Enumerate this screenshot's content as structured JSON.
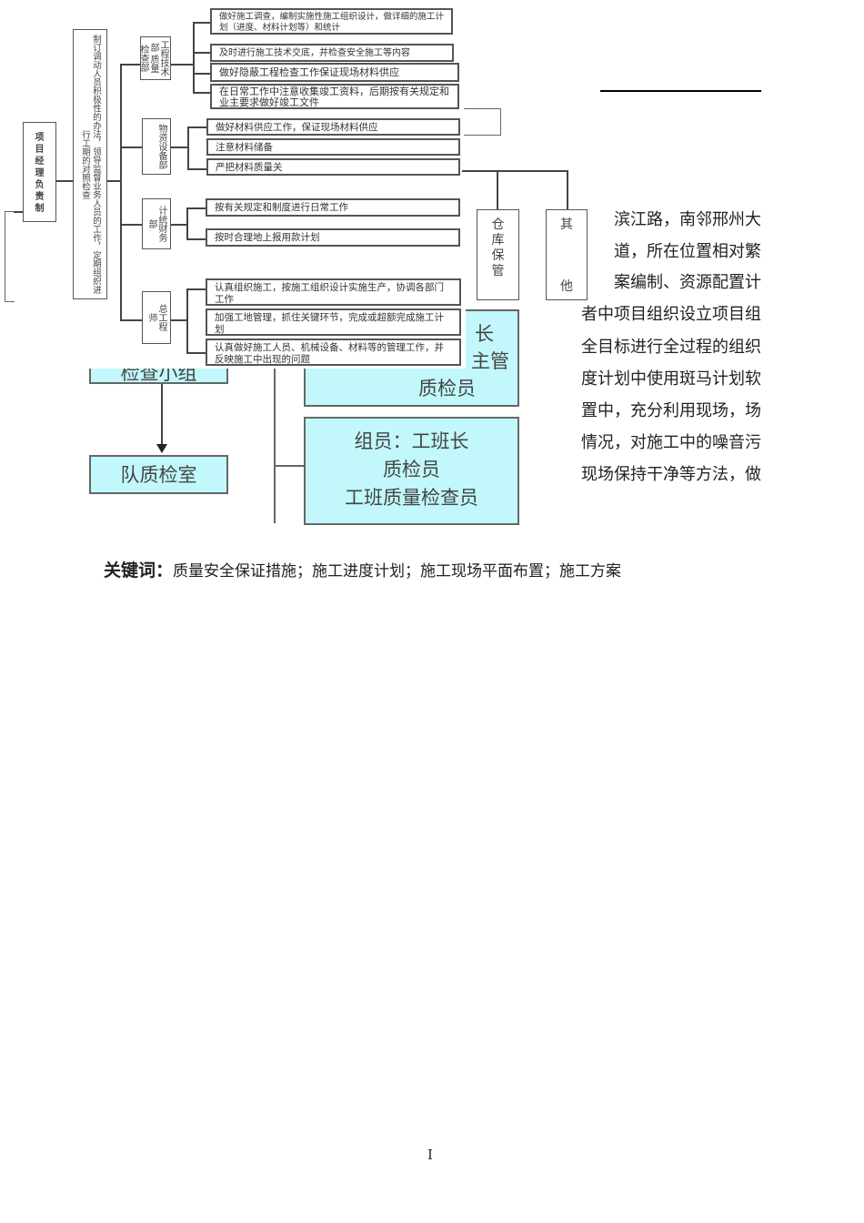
{
  "diagram_back": {
    "box_check_group": "检查小组",
    "box_team_qc": "队质检室",
    "box_upper": [
      "长",
      "主管",
      "质检员"
    ],
    "box_members": [
      "组员：工班长",
      "质检员",
      "工班质量检查员"
    ]
  },
  "diagram_front": {
    "root": "项目经理负责制",
    "duty": "制订调动人员积极性的办法，领导监督业务人员的工作，定期组织进行工期的对照检查",
    "depts": [
      {
        "name": "工程技术部 质量检查部",
        "tasks": [
          "做好施工调查，编制实施性施工组织设计，做详细的施工计划（进度、材料计划等）和统计",
          "及时进行施工技术交底，并检查安全施工等内容",
          "做好隐蔽工程检查工作保证现场材料供应",
          "在日常工作中注意收集竣工资料，后期按有关规定和业主要求做好竣工文件"
        ]
      },
      {
        "name": "物资设备部",
        "tasks": [
          "做好材料供应工作，保证现场材料供应",
          "注意材料储备",
          "严把材料质量关"
        ]
      },
      {
        "name": "计统财务部",
        "tasks": [
          "按有关规定和制度进行日常工作",
          "按时合理地上报用款计划"
        ]
      },
      {
        "name": "总工程师",
        "tasks": [
          "认真组织施工，按施工组织设计实施生产，协调各部门工作",
          "加强工地管理，抓住关键环节，完成或超额完成施工计划",
          "认真做好施工人员、机械设备、材料等的管理工作，并反映施工中出现的问题"
        ]
      }
    ],
    "warehouse": "仓库保管",
    "other": "其他"
  },
  "body_fragments": [
    "滨江路，南邻邢州大",
    "道，所在位置相对繁",
    "案编制、资源配置计",
    "者中项目组织设立项目组",
    "全目标进行全过程的组织",
    "度计划中使用斑马计划软",
    "置中，充分利用现场，场",
    "情况，对施工中的噪音污",
    "现场保持干净等方法，做"
  ],
  "keywords": {
    "label": "关键词：",
    "text": "质量安全保证措施；施工进度计划；施工现场平面布置；施工方案"
  },
  "page_number": "I"
}
